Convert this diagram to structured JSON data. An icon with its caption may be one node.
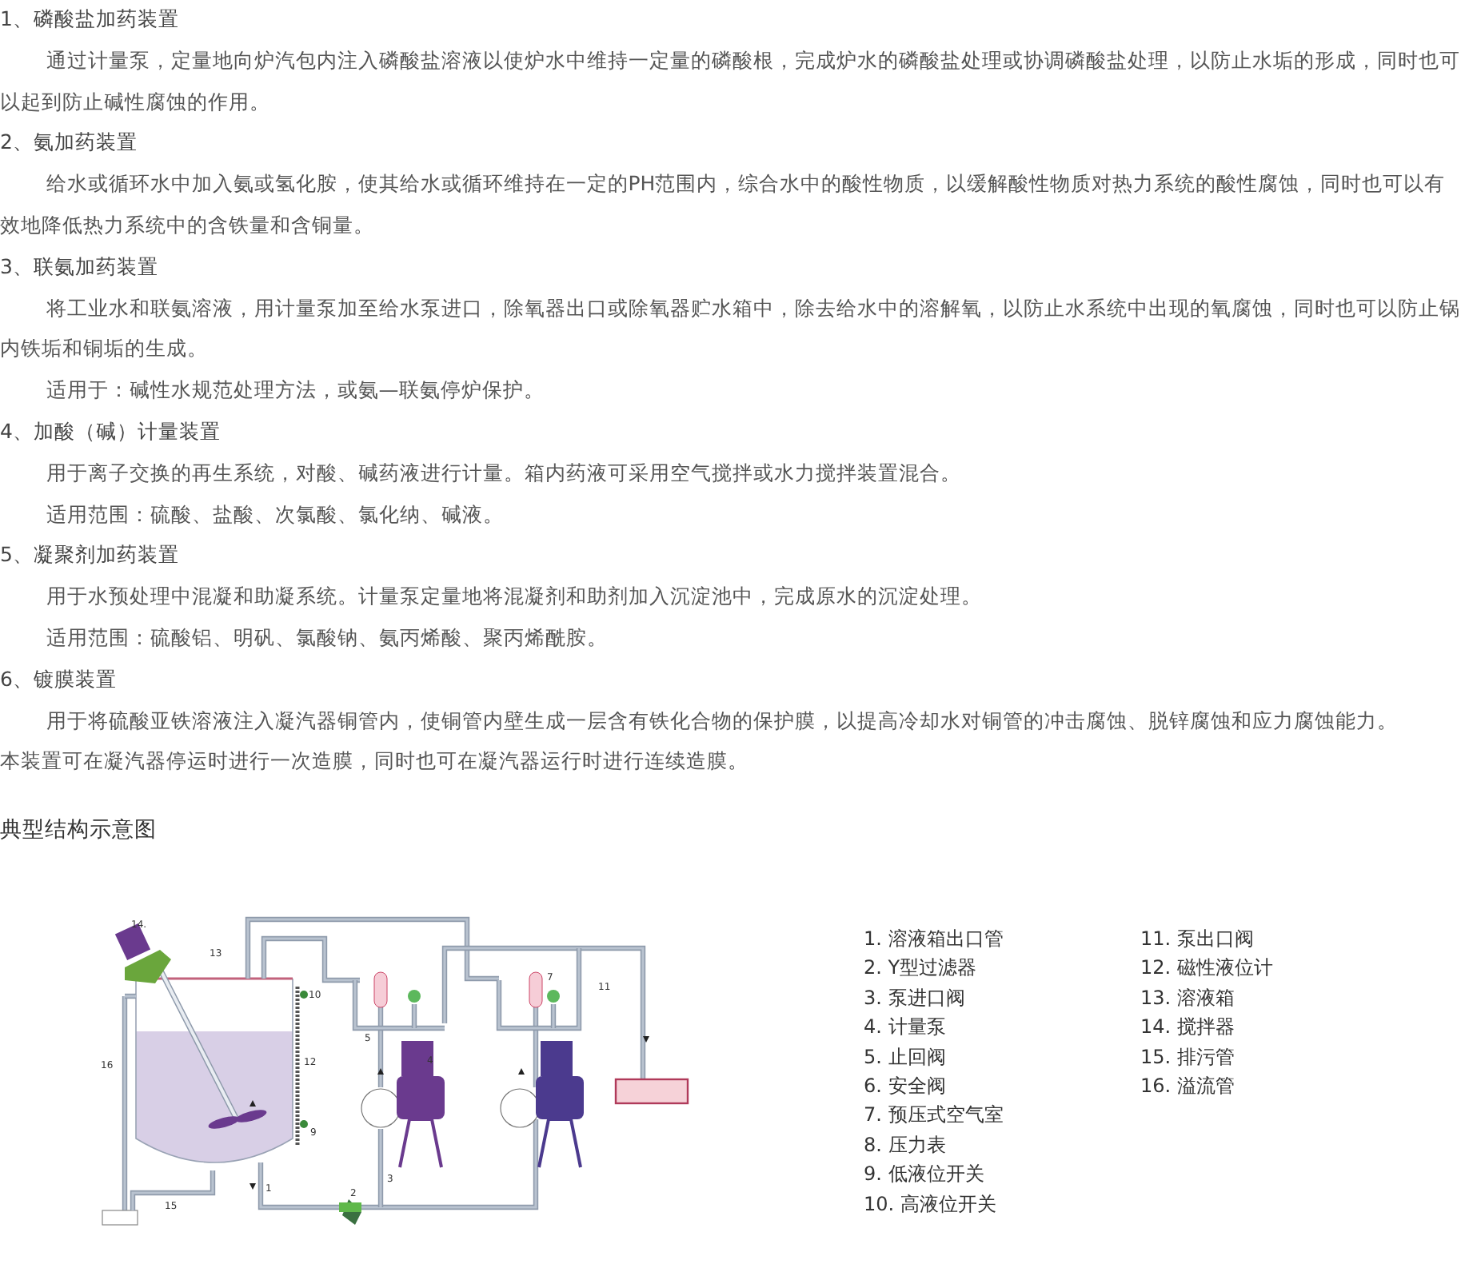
{
  "diagram": {
    "labels": [
      "1、磷酸盐加药装置",
      "通过计量泵，定量地向炉汽包内注入磷酸盐溶液以使炉水中维持一定量的磷酸根，完成炉水的磷酸盐处理或协调磷酸盐处理，以防止水垢的形成，同时也可以起到防止碱性腐蚀的作用。",
      "2、氨加药装置",
      "给水或循环水中加入氨或氢化胺，使其给水或循环维持在一定的PH范围内，综合水中的酸性物质，以缓解酸性物质对热力系统的酸性腐蚀，同时也可以有效地降低热力系统中的含铁量和含铜量。",
      "3、联氨加药装置",
      "将工业水和联氨溶液，用计量泵加至给水泵进口，除氧器出口或除氧器贮水箱中，除去给水中的溶解氧，以防止水系统中出现的氧腐蚀，同时也可以防止锅内铁垢和铜垢的生成。",
      "适用于：碱性水规范处理方法，或氨—联氨停炉保护。",
      "4、加酸（碱）计量装置",
      "用于离子交换的再生系统，对酸、碱药液进行计量。箱内药液可采用空气搅拌或水力搅拌装置混合。",
      "适用范围：硫酸、盐酸、次氯酸、氯化纳、碱液。",
      "5、凝聚剂加药装置",
      "用于水预处理中混凝和助凝系统。计量泵定量地将混凝剂和助剂加入沉淀池中，完成原水的沉淀处理。",
      "适用范围：硫酸铝、明矾、氯酸钠、氨丙烯酸、聚丙烯酰胺。",
      "6、镀膜装置",
      "用于将硫酸亚铁溶液注入凝汽器铜管内，使铜管内壁生成一层含有铁化合物的保护膜，以提高冷却水对铜管的冲击腐蚀、脱锌腐蚀和应力腐蚀能力。",
      "本装置可在凝汽器停运时进行一次造膜，同时也可在凝汽器运行时进行连续造膜。",
      "典型结构示意图",
      "14.",
      "13",
      "16",
      "15",
      "1",
      "2",
      "3",
      "4",
      "5",
      "7",
      "11",
      "12",
      "9",
      "10",
      "1. 溶液箱出口管",
      "2. Y型过滤器",
      "3. 泵进口阀",
      "4. 计量泵",
      "5. 止回阀",
      "6. 安全阀",
      "7. 预压式空气室",
      "8. 压力表",
      "9. 低液位开关",
      "10. 高液位开关",
      "11. 泵出口阀",
      "12. 磁性液位计",
      "13. 溶液箱",
      "14. 搅拌器",
      "15. 排污管",
      "16. 溢流管"
    ]
  }
}
